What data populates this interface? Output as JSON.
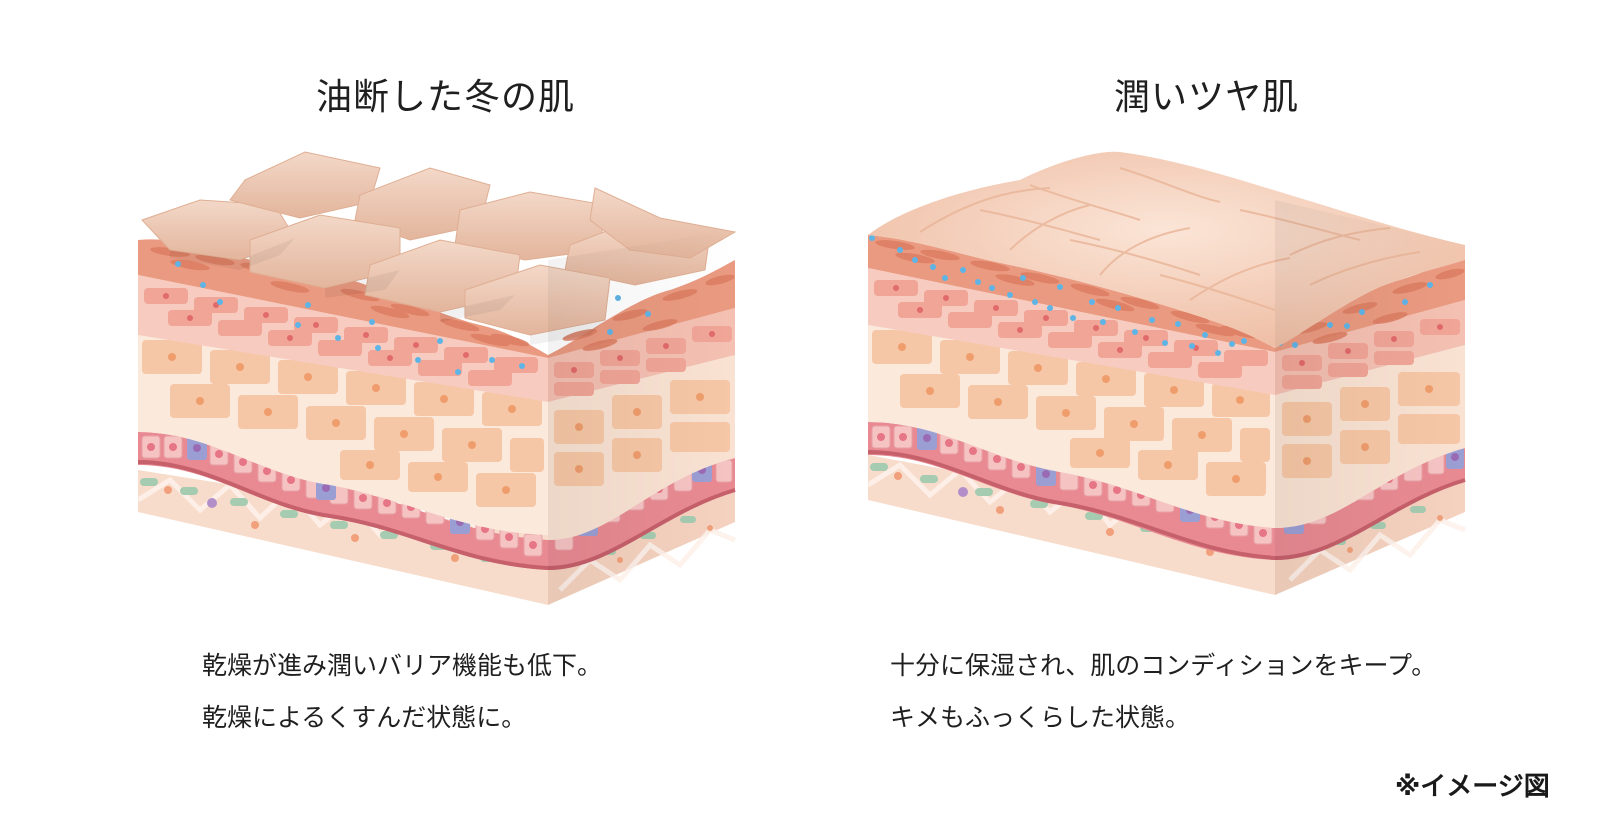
{
  "left_panel": {
    "title": "油断した冬の肌",
    "illustration": "dry-skin-cross-section",
    "description": [
      "乾燥が進み潤いバリア機能も低下。",
      "乾燥によるくすんだ状態に。"
    ]
  },
  "right_panel": {
    "title": "潤いツヤ肌",
    "illustration": "moisturized-skin-cross-section",
    "description": [
      "十分に保湿され、肌のコンディションをキープ。",
      "キメもふっくらした状態。"
    ]
  },
  "footnote": "※イメージ図",
  "colors": {
    "stratum_corneum_flake": "#efcdb8",
    "granular_layer": "#e9977c",
    "spinous_cells": "#f0aa9a",
    "basal_layer_cells": "#f6c7a6",
    "basement_membrane": "#d9707a",
    "melanocyte": "#9b9ed3",
    "dermis": "#f8dccb",
    "moisture_dot": "#5fb4e6",
    "collagen_fiber": "#a5cbb0"
  }
}
